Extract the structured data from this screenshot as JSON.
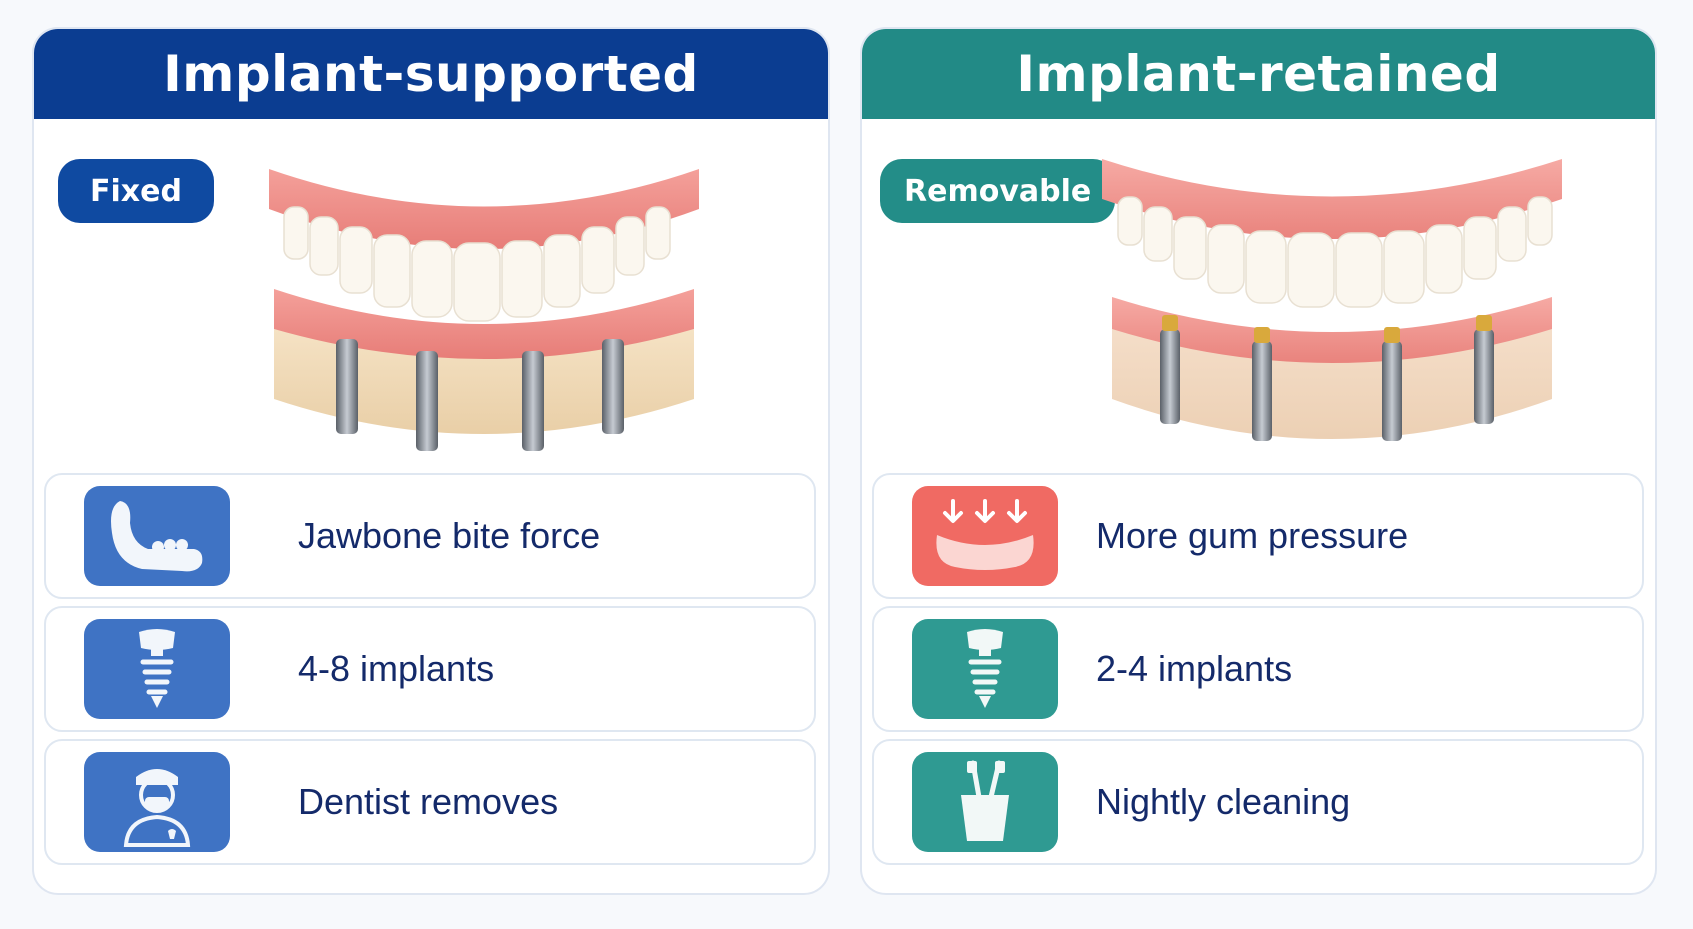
{
  "left": {
    "title": "Implant-supported",
    "badge": "Fixed",
    "features": [
      {
        "label": "Jawbone bite force",
        "icon": "jawbone-icon"
      },
      {
        "label": "4-8 implants",
        "icon": "implant-icon"
      },
      {
        "label": "Dentist removes",
        "icon": "dentist-icon"
      }
    ]
  },
  "right": {
    "title": "Implant-retained",
    "badge": "Removable",
    "features": [
      {
        "label": "More gum pressure",
        "icon": "gum-pressure-icon"
      },
      {
        "label": "2-4 implants",
        "icon": "implant-icon"
      },
      {
        "label": "Nightly cleaning",
        "icon": "toothbrush-cup-icon"
      }
    ]
  },
  "colors": {
    "left_header": "#0b3d91",
    "right_header": "#228a86",
    "left_icon_bg": "#3f73c4",
    "right_icon_bg": "#2f9a92",
    "pressure_icon_bg": "#f06a63",
    "label_text": "#142a6a"
  }
}
